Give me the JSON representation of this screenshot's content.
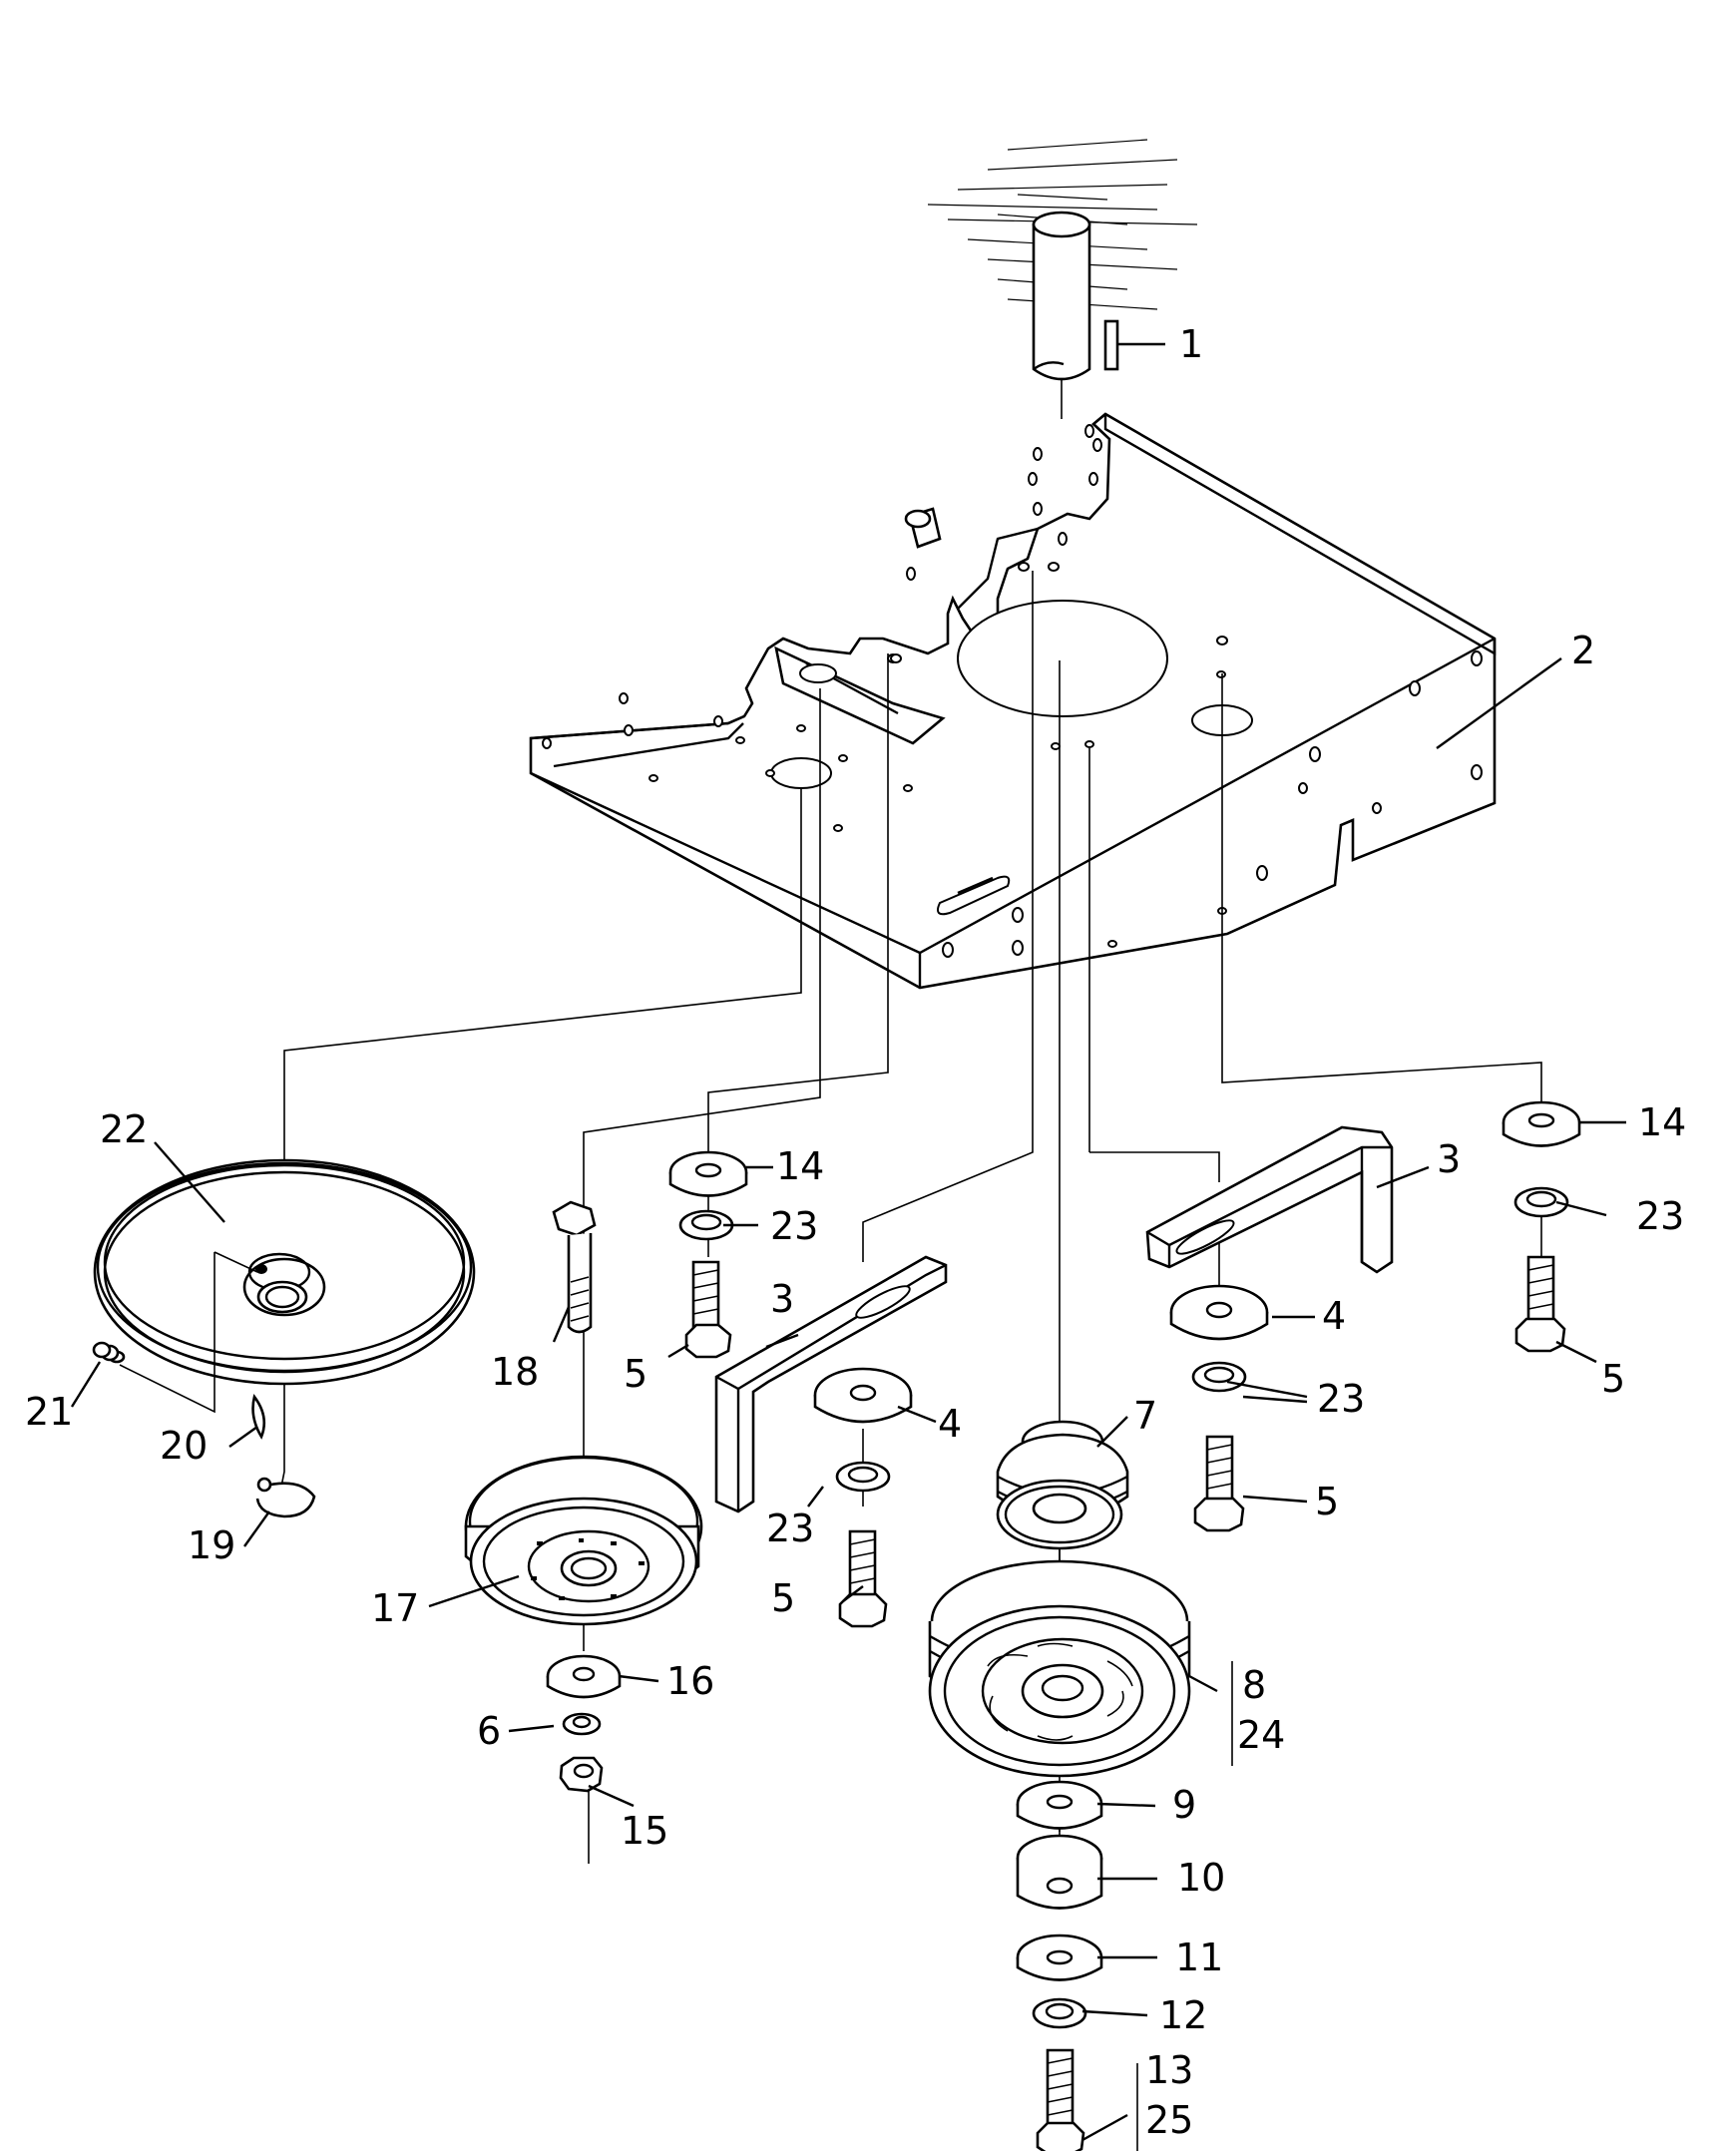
{
  "diagram": {
    "callouts": [
      {
        "id": "c1",
        "label": "1"
      },
      {
        "id": "c2",
        "label": "2"
      },
      {
        "id": "c3a",
        "label": "3"
      },
      {
        "id": "c3b",
        "label": "3"
      },
      {
        "id": "c4a",
        "label": "4"
      },
      {
        "id": "c4b",
        "label": "4"
      },
      {
        "id": "c5a",
        "label": "5"
      },
      {
        "id": "c5b",
        "label": "5"
      },
      {
        "id": "c5c",
        "label": "5"
      },
      {
        "id": "c5d",
        "label": "5"
      },
      {
        "id": "c6",
        "label": "6"
      },
      {
        "id": "c7",
        "label": "7"
      },
      {
        "id": "c8",
        "label": "8"
      },
      {
        "id": "c24",
        "label": "24"
      },
      {
        "id": "c9",
        "label": "9"
      },
      {
        "id": "c10",
        "label": "10"
      },
      {
        "id": "c11",
        "label": "11"
      },
      {
        "id": "c12",
        "label": "12"
      },
      {
        "id": "c13",
        "label": "13"
      },
      {
        "id": "c25",
        "label": "25"
      },
      {
        "id": "c14a",
        "label": "14"
      },
      {
        "id": "c14b",
        "label": "14"
      },
      {
        "id": "c15",
        "label": "15"
      },
      {
        "id": "c16",
        "label": "16"
      },
      {
        "id": "c17",
        "label": "17"
      },
      {
        "id": "c18",
        "label": "18"
      },
      {
        "id": "c19",
        "label": "19"
      },
      {
        "id": "c20",
        "label": "20"
      },
      {
        "id": "c21",
        "label": "21"
      },
      {
        "id": "c22",
        "label": "22"
      },
      {
        "id": "c23a",
        "label": "23"
      },
      {
        "id": "c23b",
        "label": "23"
      },
      {
        "id": "c23c",
        "label": "23"
      },
      {
        "id": "c23d",
        "label": "23"
      }
    ]
  }
}
